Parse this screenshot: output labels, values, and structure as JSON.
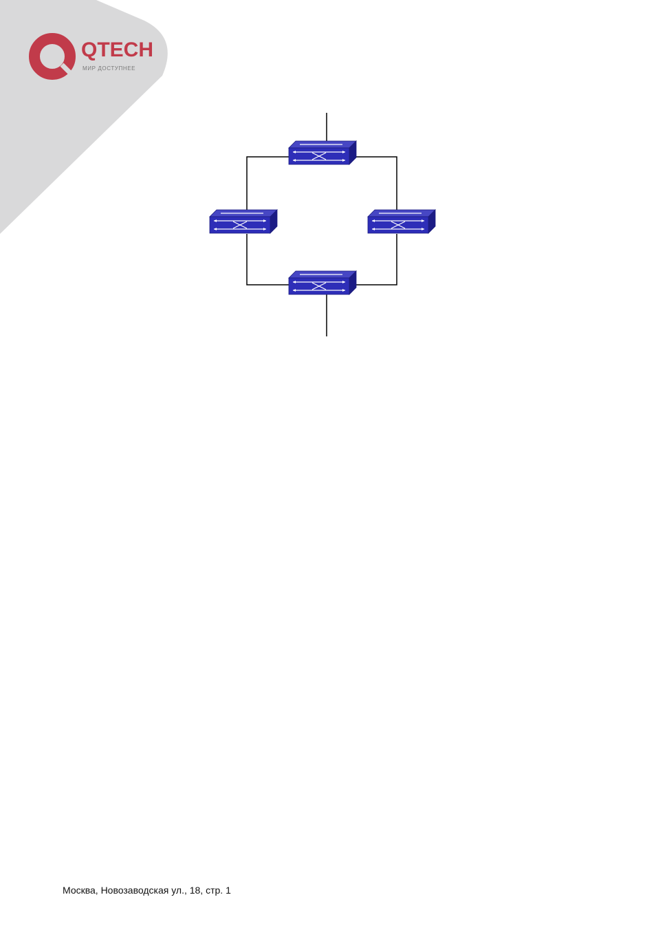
{
  "brand": {
    "name": "QTECH",
    "tagline": "МИР ДОСТУПНЕЕ",
    "primary_color": "#c13b4a",
    "secondary_color": "#8a8a8a"
  },
  "diagram": {
    "topology": "ring",
    "nodes": [
      {
        "id": "switch-top",
        "type": "switch-icon"
      },
      {
        "id": "switch-left",
        "type": "switch-icon"
      },
      {
        "id": "switch-right",
        "type": "switch-icon"
      },
      {
        "id": "switch-bottom",
        "type": "switch-icon"
      }
    ],
    "links": [
      [
        "switch-top",
        "switch-left"
      ],
      [
        "switch-top",
        "switch-right"
      ],
      [
        "switch-left",
        "switch-bottom"
      ],
      [
        "switch-right",
        "switch-bottom"
      ]
    ],
    "switch_color": "#2b2bb0"
  },
  "footer": {
    "address": "Москва, Новозаводская ул., 18, стр. 1"
  }
}
